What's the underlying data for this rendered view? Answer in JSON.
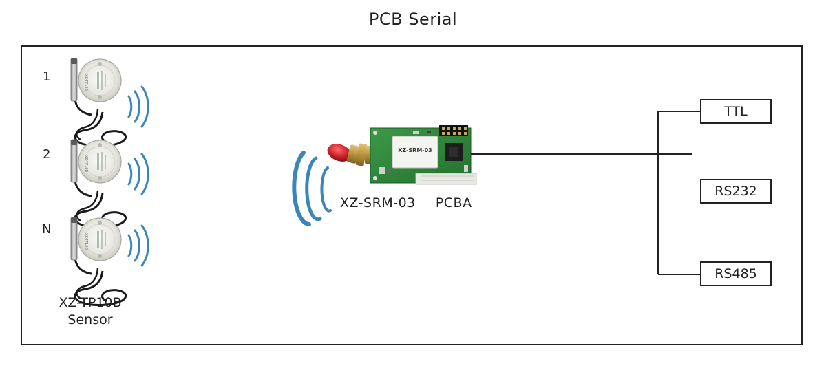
{
  "title": "PCB Serial",
  "sensors": [
    {
      "label": "1"
    },
    {
      "label": "2"
    },
    {
      "label": "N"
    }
  ],
  "sensor_caption": [
    "XZ-TP10B",
    "Sensor"
  ],
  "sensor_board_text": "XZ-TP10B",
  "pcba": {
    "label": "XZ-SRM-03  PCBA",
    "chip_text": "XZ-SRM-03"
  },
  "interfaces": [
    {
      "label": "TTL"
    },
    {
      "label": "RS232"
    },
    {
      "label": "RS485"
    }
  ],
  "colors": {
    "signal_wave": "#3a86b8",
    "pcb_green": "#2f8a3c",
    "antenna_red": "#c8202a",
    "brass": "#b8923c",
    "line": "#222222"
  }
}
